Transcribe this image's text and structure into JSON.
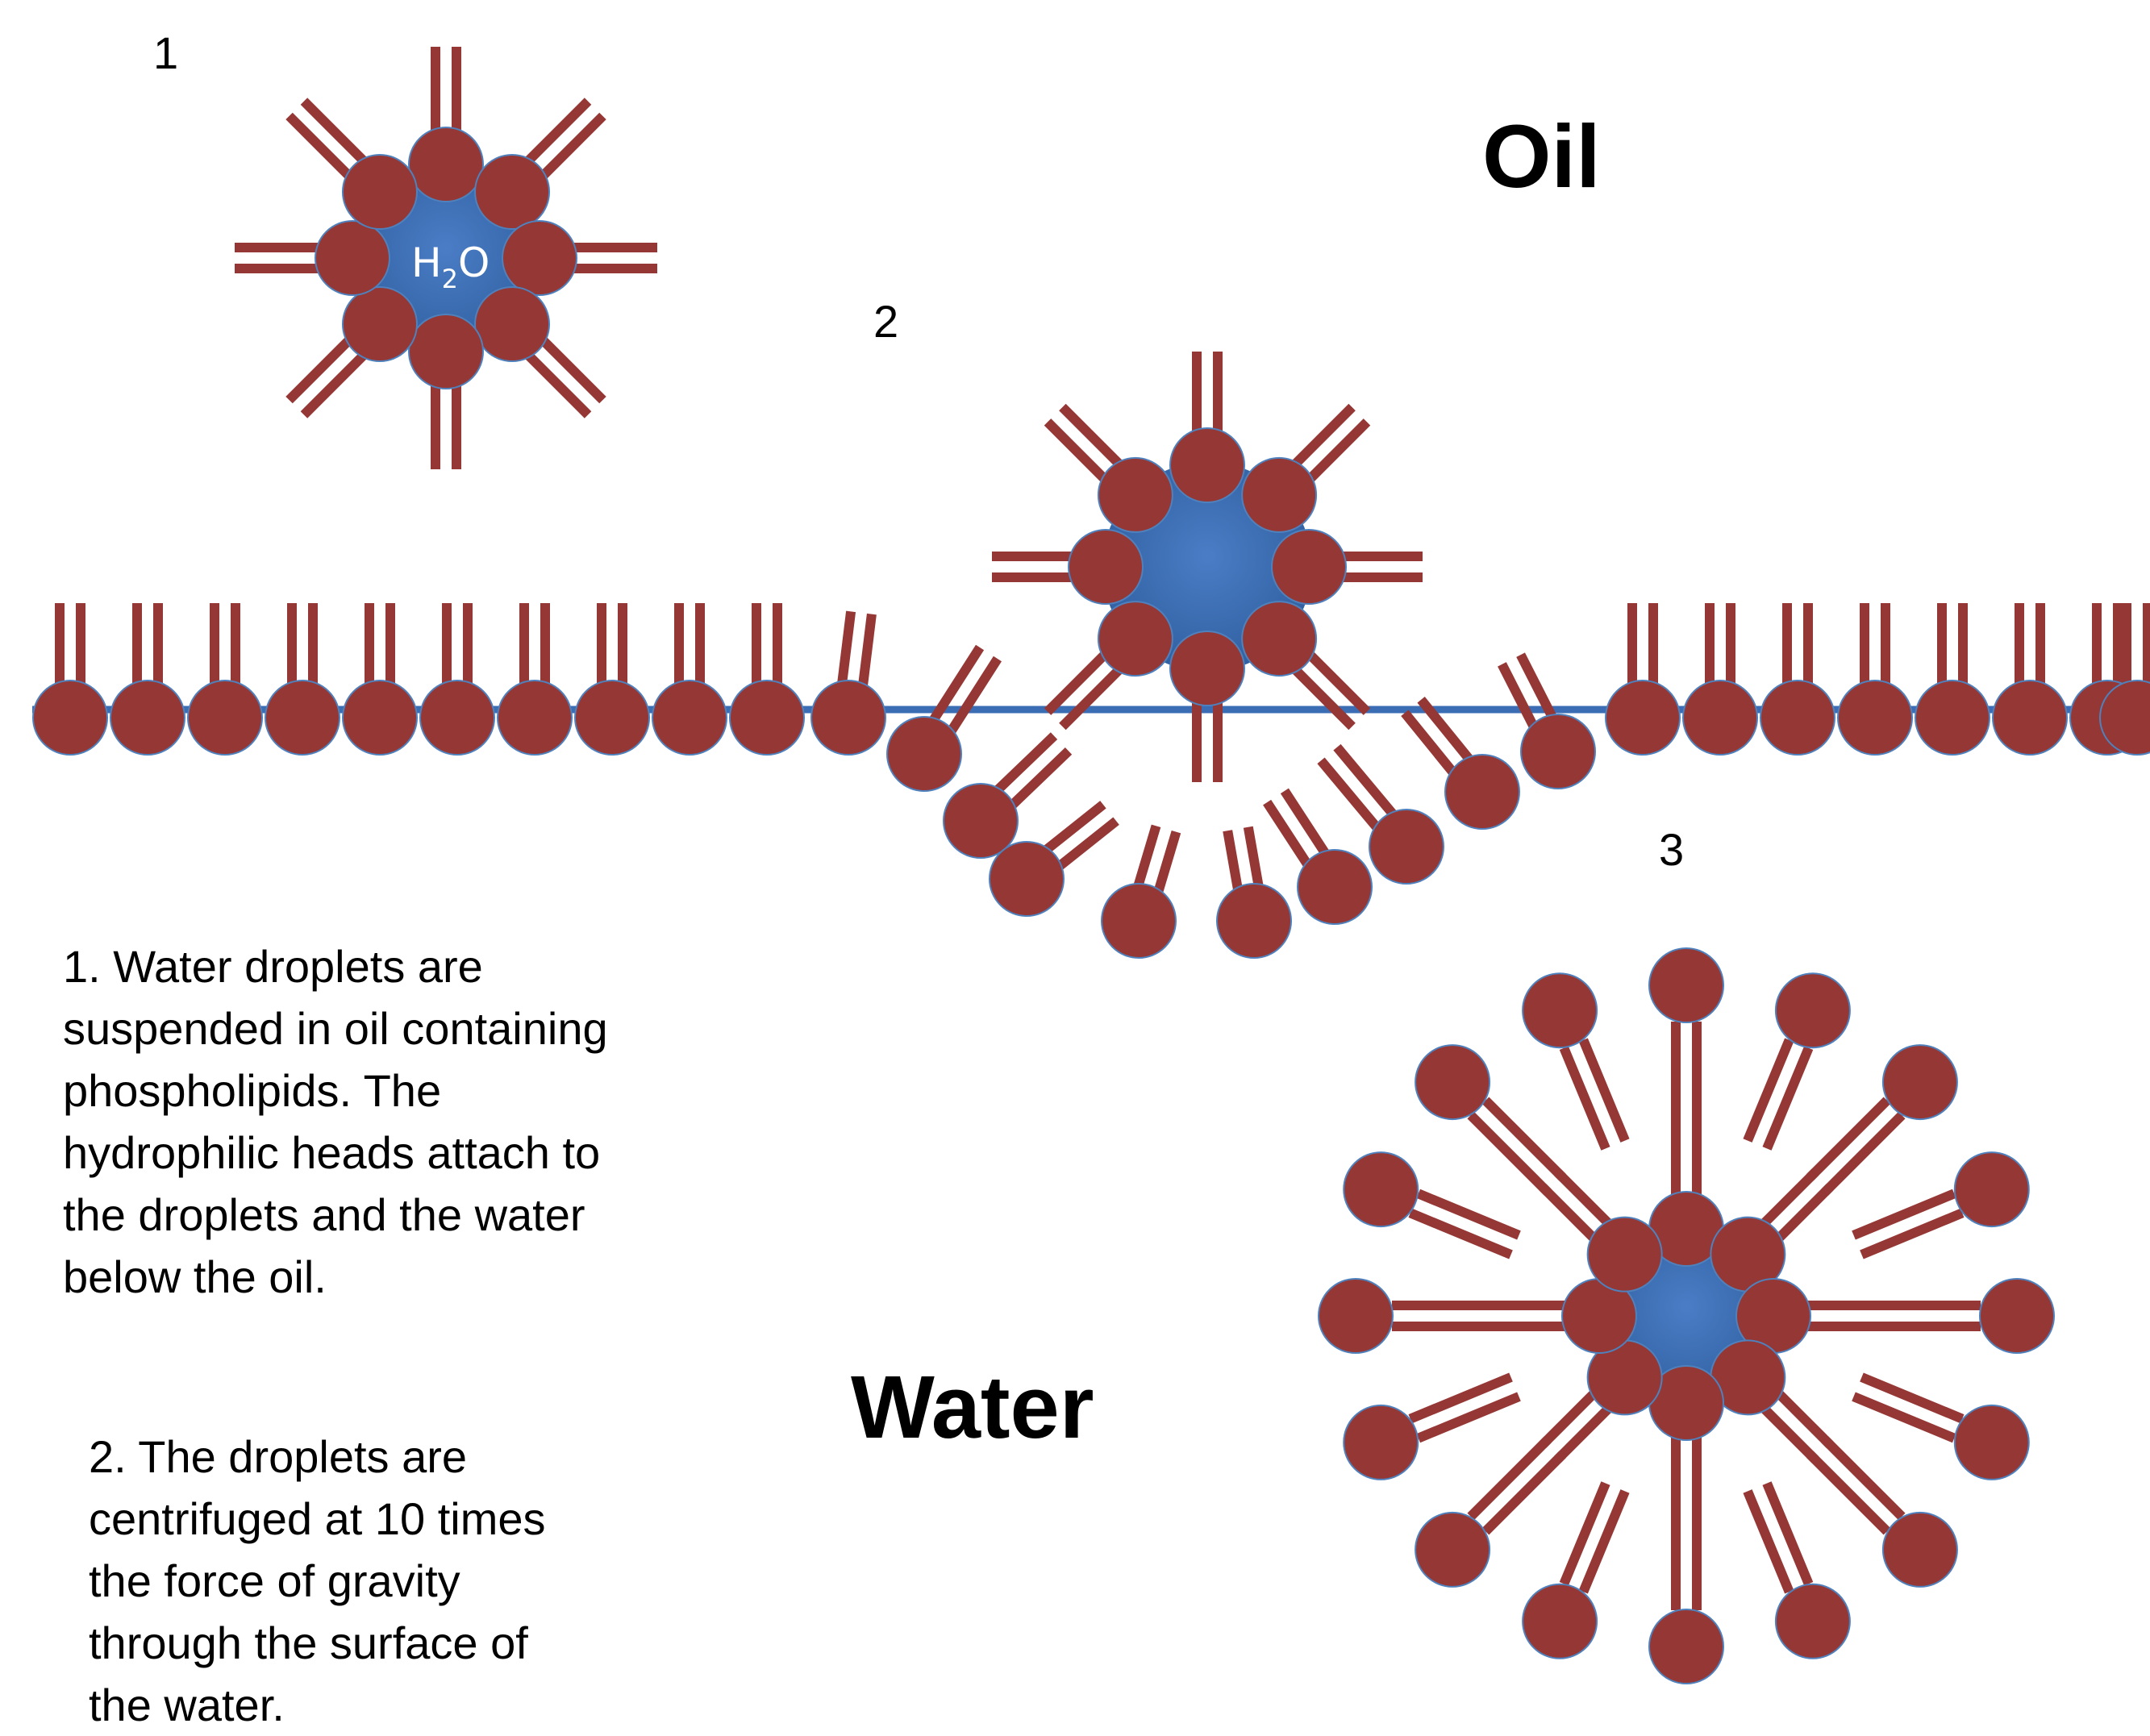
{
  "step_numbers": [
    "1",
    "2",
    "3"
  ],
  "regions": {
    "oil": "Oil",
    "water": "Water"
  },
  "molecule": {
    "base": "H",
    "sub": "2",
    "tail": "O"
  },
  "captions": {
    "step1": [
      "1. Water droplets are",
      "suspended in oil containing",
      "phospholipids. The",
      "hydrophilic heads attach to",
      "the droplets and the water",
      "below the oil."
    ],
    "step2": [
      "2. The droplets are",
      "centrifuged at 10 times",
      "the force of gravity",
      "through the surface of",
      "the water."
    ]
  },
  "colors": {
    "head_fill": "#953735",
    "head_stroke": "#4F81BD",
    "tail": "#953735",
    "droplet": "#3B6DB4",
    "interface_line": "#3B6DB4"
  }
}
